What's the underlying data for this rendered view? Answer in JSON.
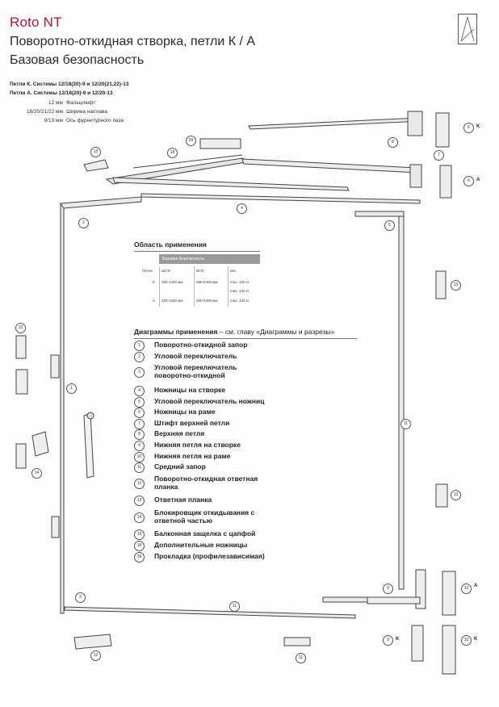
{
  "brand": "Roto NT",
  "title_line1": "Поворотно-откидная створка, петли К / А",
  "title_line2": "Базовая безопасность",
  "specs": {
    "line_k": "Петли К. Системы 12/18(20)-9 и 12/20(21,22)-13",
    "line_a": "Петли А. Системы 12/18(20)-9 и 12/20-13",
    "rows": [
      {
        "value": "12 мм",
        "label": "Фальцлюфт"
      },
      {
        "value": "18/20/21/22 мм",
        "label": "Ширина наплава"
      },
      {
        "value": "9/13 мм",
        "label": "Ось фурнитурного паза"
      }
    ]
  },
  "application": {
    "title": "Область применения",
    "header_band": "Базовая безопасность",
    "columns": [
      "Петли",
      "ШСФ",
      "ВСФ",
      "Вес"
    ],
    "rows": [
      {
        "hinge": "K",
        "shsf": "290-1400 мм",
        "vsf": "280-2400 мм",
        "weight": "max. 100 кг",
        "weight_note": "max. 130 кг"
      },
      {
        "hinge": "A",
        "shsf": "290-1400 мм",
        "vsf": "280-2400 мм",
        "weight": "max. 100 кг",
        "weight_note": ""
      }
    ]
  },
  "diagrams": {
    "title_bold": "Диаграммы применения",
    "title_rest": " – см. главу «Диаграммы и разрезы»",
    "items": [
      {
        "num": "1",
        "label": "Поворотно-откидной запор"
      },
      {
        "num": "2",
        "label": "Угловой переключатель"
      },
      {
        "num": "3",
        "label": "Угловой переключатель поворотно-откидной"
      },
      {
        "num": "4",
        "label": "Ножницы на створке"
      },
      {
        "num": "5",
        "label": "Угловой переключатель ножниц"
      },
      {
        "num": "6",
        "label": "Ножницы на раме"
      },
      {
        "num": "7",
        "label": "Штифт верхней петли"
      },
      {
        "num": "8",
        "label": "Верхняя петля"
      },
      {
        "num": "9",
        "label": "Нижняя петля на створке"
      },
      {
        "num": "10",
        "label": "Нижняя петля на раме"
      },
      {
        "num": "11",
        "label": "Средний запор"
      },
      {
        "num": "12",
        "label": "Поворотно-откидная ответная планка"
      },
      {
        "num": "13",
        "label": "Ответная планка"
      },
      {
        "num": "14",
        "label": "Блокировщик откидывания с ответной частью"
      },
      {
        "num": "15",
        "label": "Балконная защелка с цапфой"
      },
      {
        "num": "18",
        "label": "Дополнительные ножницы"
      },
      {
        "num": "39",
        "label": "Прокладка (профилезависимая)"
      }
    ]
  },
  "callouts": {
    "c13a": "13",
    "c18": "18",
    "c39": "39",
    "c8top": "8",
    "c6k": "6",
    "c7": "7",
    "c6a": "6",
    "c2": "2",
    "c4": "4",
    "c5": "5",
    "c13r": "13",
    "c13l": "13",
    "c1": "1",
    "c14": "14",
    "c11r": "11",
    "c13rb": "13",
    "c3": "3",
    "c11b": "11",
    "c9a": "9",
    "c10a": "10",
    "c12": "12",
    "c11c": "11",
    "c9k": "9",
    "c10k": "10"
  },
  "side_letters": {
    "k1": "K",
    "a1": "A",
    "a2": "A",
    "k2": "K",
    "k3": "K"
  },
  "colors": {
    "brand": "#c8102e",
    "line": "#333333"
  }
}
